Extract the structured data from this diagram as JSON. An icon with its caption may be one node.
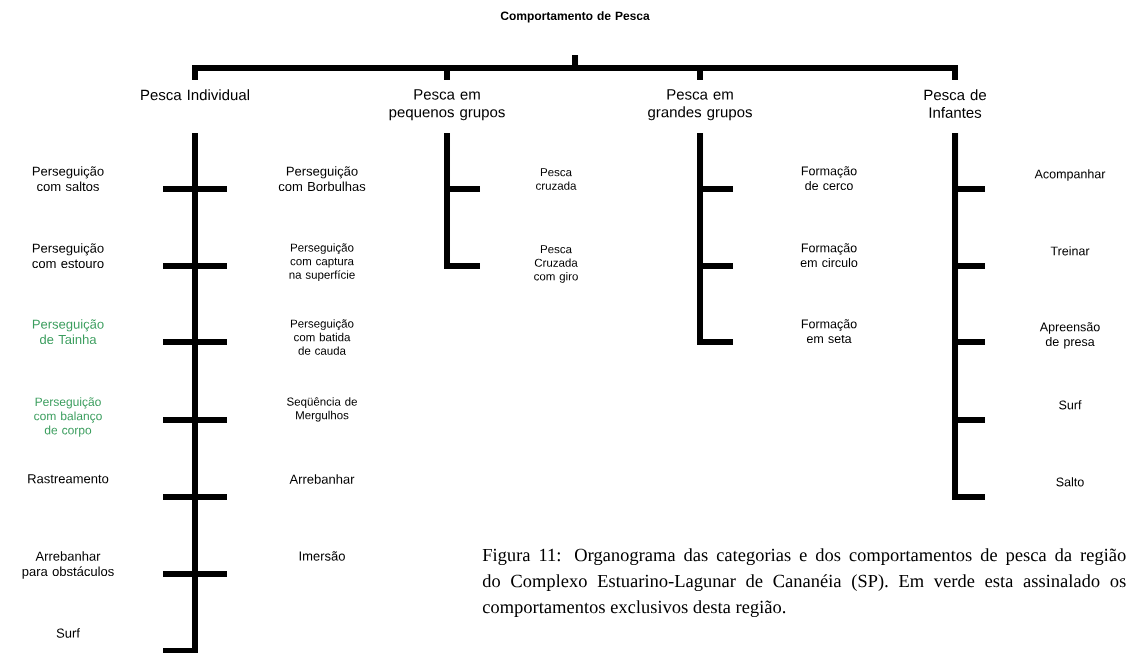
{
  "diagram": {
    "caption": "Figura 11: Organograma das categorias e dos comportamentos de pesca da região do Complexo Estuarino-Lagunar de Cananéia (SP). Em verde esta assinalado os comportamentos exclusivos desta região.",
    "nodes": [
      {
        "text": [
          "Comportamento de Pesca"
        ]
      },
      {
        "text": [
          "Pesca Individual"
        ]
      },
      {
        "text": [
          "Pesca em pequenos grupos"
        ]
      },
      {
        "text": [
          "Pesca em grandes grupos"
        ]
      },
      {
        "text": [
          "Pesca de Infantes"
        ]
      },
      {
        "text": [
          "Perseguição com saltos"
        ]
      },
      {
        "text": [
          "Perseguição com Borbulhas"
        ]
      },
      {
        "text": [
          "Perseguição com estouro"
        ]
      },
      {
        "text": [
          "Perseguição com captura na superfície"
        ]
      },
      {
        "text": [
          "Perseguição de Tainha"
        ]
      },
      {
        "text": [
          "Perseguição com batida de cauda"
        ]
      },
      {
        "text": [
          "Perseguição com balanço de corpo"
        ]
      },
      {
        "text": [
          "Seqüência de Mergulhos"
        ]
      },
      {
        "text": [
          "Rastreamento"
        ]
      },
      {
        "text": [
          "Arrebanhar"
        ]
      },
      {
        "text": [
          "Arrebanhar para obstáculos"
        ]
      },
      {
        "text": [
          "Imersão"
        ]
      },
      {
        "text": [
          "Surf"
        ]
      },
      {
        "text": [
          "Pesca cruzada"
        ]
      },
      {
        "text": [
          "Pesca Cruzada com giro"
        ]
      },
      {
        "text": [
          "Formação de cerco"
        ]
      },
      {
        "text": [
          "Formação em circulo"
        ]
      },
      {
        "text": [
          "Formação em seta"
        ]
      },
      {
        "text": [
          "Acompanhar"
        ]
      },
      {
        "text": [
          "Treinar"
        ]
      },
      {
        "text": [
          "Apreensão de presa"
        ]
      },
      {
        "text": [
          "Surf"
        ]
      },
      {
        "text": [
          "Salto"
        ]
      }
    ],
    "edges": [
      {
        "from": 0,
        "to": 1,
        "arrow": "none"
      },
      {
        "from": 0,
        "to": 2,
        "arrow": "none"
      },
      {
        "from": 0,
        "to": 3,
        "arrow": "none"
      },
      {
        "from": 0,
        "to": 4,
        "arrow": "none"
      },
      {
        "from": 1,
        "to": 5,
        "arrow": "none"
      },
      {
        "from": 1,
        "to": 6,
        "arrow": "none"
      },
      {
        "from": 1,
        "to": 7,
        "arrow": "none"
      },
      {
        "from": 1,
        "to": 8,
        "arrow": "none"
      },
      {
        "from": 1,
        "to": 9,
        "arrow": "none"
      },
      {
        "from": 1,
        "to": 10,
        "arrow": "none"
      },
      {
        "from": 1,
        "to": 11,
        "arrow": "none"
      },
      {
        "from": 1,
        "to": 12,
        "arrow": "none"
      },
      {
        "from": 1,
        "to": 13,
        "arrow": "none"
      },
      {
        "from": 1,
        "to": 14,
        "arrow": "none"
      },
      {
        "from": 1,
        "to": 15,
        "arrow": "none"
      },
      {
        "from": 1,
        "to": 16,
        "arrow": "none"
      },
      {
        "from": 1,
        "to": 17,
        "arrow": "none"
      },
      {
        "from": 2,
        "to": 18,
        "arrow": "none"
      },
      {
        "from": 2,
        "to": 19,
        "arrow": "none"
      },
      {
        "from": 3,
        "to": 20,
        "arrow": "none"
      },
      {
        "from": 3,
        "to": 21,
        "arrow": "none"
      },
      {
        "from": 3,
        "to": 22,
        "arrow": "none"
      },
      {
        "from": 4,
        "to": 23,
        "arrow": "none"
      },
      {
        "from": 4,
        "to": 24,
        "arrow": "none"
      },
      {
        "from": 4,
        "to": 25,
        "arrow": "none"
      },
      {
        "from": 4,
        "to": 26,
        "arrow": "none"
      },
      {
        "from": 4,
        "to": 27,
        "arrow": "none"
      }
    ]
  }
}
